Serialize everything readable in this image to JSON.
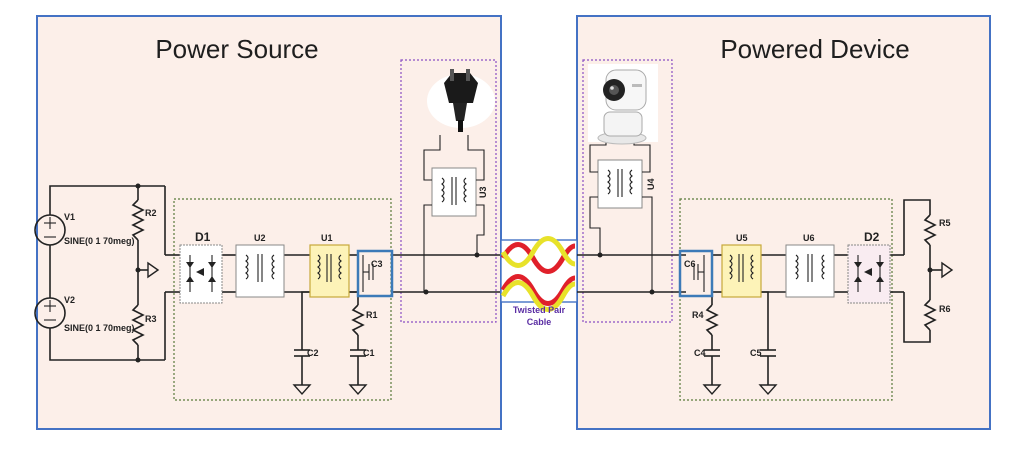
{
  "panels": {
    "left_title": "Power Source",
    "right_title": "Powered Device"
  },
  "sources": {
    "v1": "V1",
    "v2": "V2",
    "v1_value": "SINE(0 1 70meg)",
    "v2_value": "SINE(0 1 70meg)"
  },
  "labels": {
    "r1": "R1",
    "r2": "R2",
    "r3": "R3",
    "r4": "R4",
    "r5": "R5",
    "r6": "R6",
    "c1": "C1",
    "c2": "C2",
    "c3": "C3",
    "c4": "C4",
    "c5": "C5",
    "c6": "C6",
    "d1": "D1",
    "d2": "D2",
    "u1": "U1",
    "u2": "U2",
    "u3": "U3",
    "u4": "U4",
    "u5": "U5",
    "u6": "U6"
  },
  "cable": {
    "line1": "Twisted Pair",
    "line2": "Cable"
  },
  "colors": {
    "panel_fill": "#fcefe9",
    "panel_border": "#4472c4",
    "highlight_fill": "#fdf3b8",
    "highlight_border": "#c7a93a",
    "cap_highlight": "#3c7ab8",
    "cable_red": "#e0202a",
    "cable_yellow": "#e8e22a",
    "dotted_green": "#5a7a3a",
    "dotted_purple": "#8a4fc4"
  },
  "icons": {
    "plug": "power-plug-icon",
    "camera": "security-camera-icon"
  }
}
